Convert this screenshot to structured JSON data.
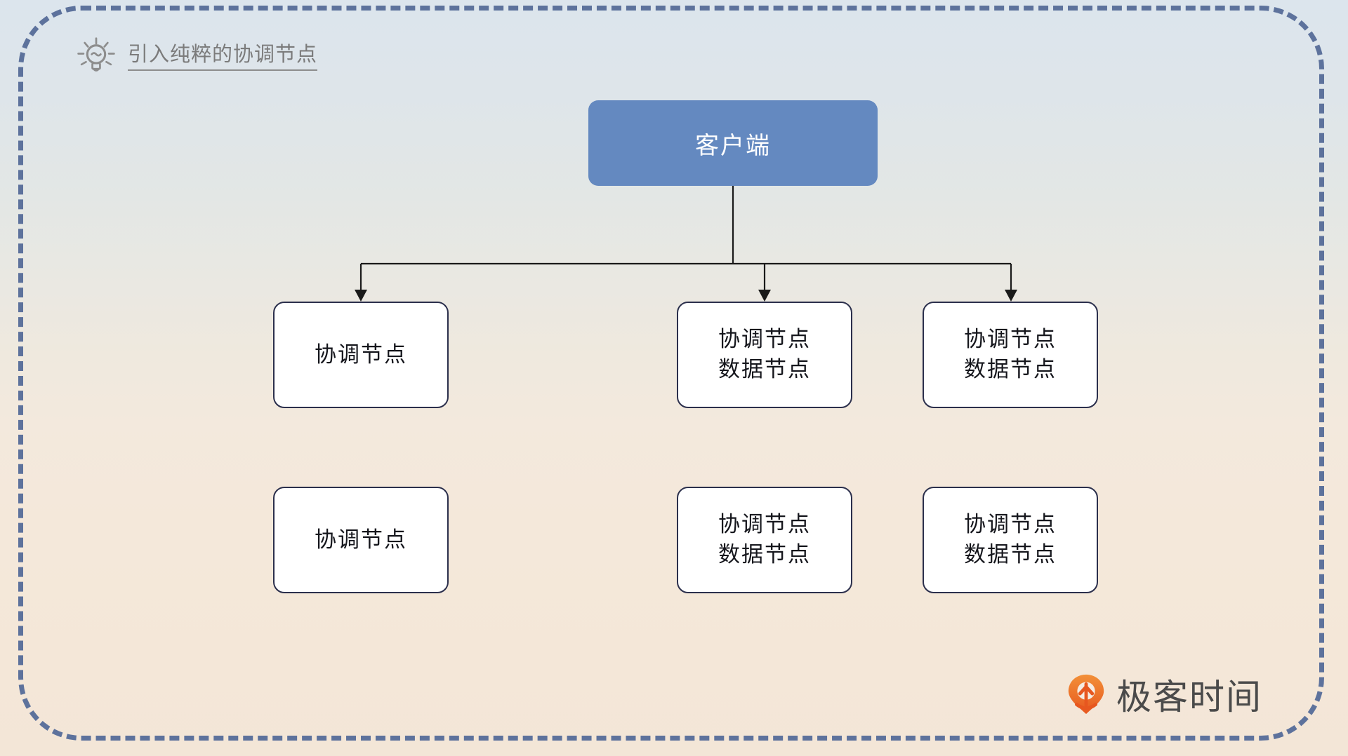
{
  "slide": {
    "background_top_color": "#dce5ed",
    "background_bottom_color": "#f3e6d7",
    "frame_border_color": "#5d729c"
  },
  "header": {
    "icon": "lightbulb-icon",
    "title": "引入纯粹的协调节点",
    "title_color": "#7b7b7b"
  },
  "diagram": {
    "type": "tree",
    "accent_color": "#6489c0",
    "node_border_color": "#2b2f4c",
    "connector_color": "#1a1a1a",
    "root": {
      "name": "client-node",
      "label": "客户端",
      "fill": "#6489c0",
      "text_color": "#ffffff"
    },
    "children_count": 3,
    "rows": [
      {
        "row": 1,
        "nodes": [
          {
            "name": "coordinating-node-1",
            "lines": [
              "协调节点"
            ]
          },
          {
            "name": "coordinating-data-node-1",
            "lines": [
              "协调节点",
              "数据节点"
            ]
          },
          {
            "name": "coordinating-data-node-2",
            "lines": [
              "协调节点",
              "数据节点"
            ]
          }
        ]
      },
      {
        "row": 2,
        "nodes": [
          {
            "name": "coordinating-node-2",
            "lines": [
              "协调节点"
            ]
          },
          {
            "name": "coordinating-data-node-3",
            "lines": [
              "协调节点",
              "数据节点"
            ]
          },
          {
            "name": "coordinating-data-node-4",
            "lines": [
              "协调节点",
              "数据节点"
            ]
          }
        ]
      }
    ]
  },
  "brand": {
    "mark": "geektime-pin-icon",
    "mark_color": "#ed6b22",
    "name": "极客时间",
    "text_color": "#4a4a4a"
  }
}
